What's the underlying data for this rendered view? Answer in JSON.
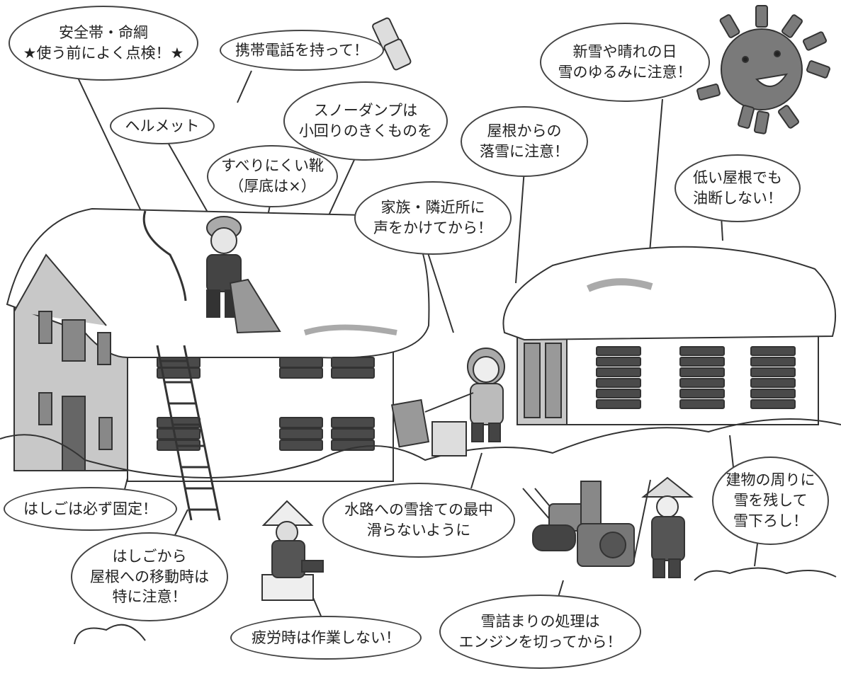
{
  "bubbles": {
    "safety_harness": [
      "安全帯・命綱",
      "★使う前によく点検！★"
    ],
    "phone": "携帯電話を持って！",
    "new_snow": [
      "新雪や晴れの日",
      "雪のゆるみに注意！"
    ],
    "helmet": "ヘルメット",
    "snow_dump": [
      "スノーダンプは",
      "小回りのきくものを"
    ],
    "roof_fall": [
      "屋根からの",
      "落雪に注意！"
    ],
    "shoes": [
      "すべりにくい靴",
      "（厚底は×）"
    ],
    "low_roof": [
      "低い屋根でも",
      "油断しない！"
    ],
    "family": [
      "家族・隣近所に",
      "声をかけてから！"
    ],
    "ladder_fixed": "はしごは必ず固定！",
    "waterway": [
      "水路への雪捨ての最中",
      "滑らないように"
    ],
    "leave_snow": [
      "建物の周りに",
      "雪を残して",
      "雪下ろし！"
    ],
    "ladder_move": [
      "はしごから",
      "屋根への移動時は",
      "特に注意！"
    ],
    "fatigue": "疲労時は作業しない！",
    "engine": [
      "雪詰まりの処理は",
      "エンジンを切ってから！"
    ]
  },
  "colors": {
    "outline": "#333333",
    "wall": "#c8c8c8",
    "shutter": "#4a4a4a",
    "sun": "#7a7a7a",
    "snow": "#ffffff"
  }
}
